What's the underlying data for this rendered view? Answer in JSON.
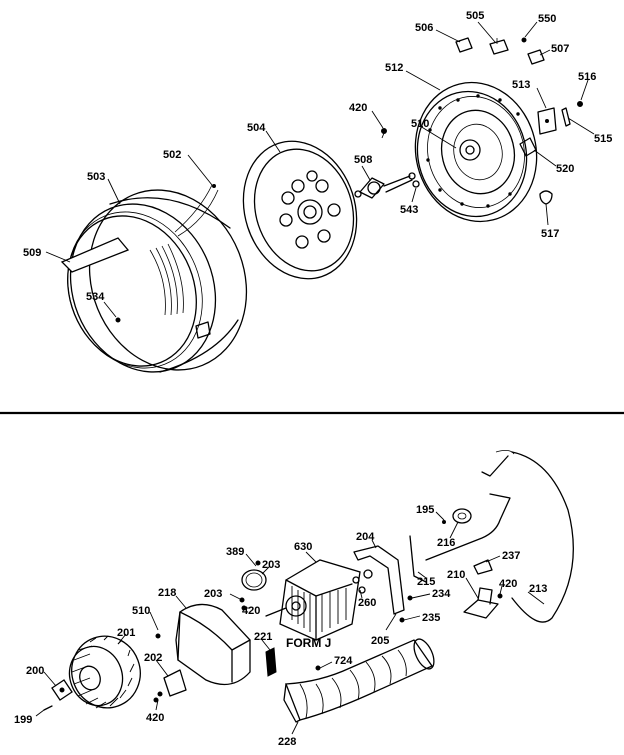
{
  "callouts": {
    "c506": "506",
    "c505": "505",
    "c550": "550",
    "c507": "507",
    "c512": "512",
    "c513": "513",
    "c516": "516",
    "c515": "515",
    "c420a": "420",
    "c510a": "510",
    "c520": "520",
    "c504": "504",
    "c508": "508",
    "c543": "543",
    "c517": "517",
    "c502": "502",
    "c503": "503",
    "c509": "509",
    "c534": "534",
    "c195": "195",
    "c216": "216",
    "c237": "237",
    "c204": "204",
    "c630": "630",
    "c389": "389",
    "c203a": "203",
    "c203b": "203",
    "c210": "210",
    "c420b": "420",
    "c213": "213",
    "c215": "215",
    "c234": "234",
    "c218": "218",
    "c260": "260",
    "c420c": "420",
    "c510b": "510",
    "c235": "235",
    "c205": "205",
    "c221": "221",
    "c201": "201",
    "c202": "202",
    "c724": "724",
    "c200": "200",
    "c420d": "420",
    "c199": "199",
    "c228": "228"
  },
  "form_label": "FORM J"
}
